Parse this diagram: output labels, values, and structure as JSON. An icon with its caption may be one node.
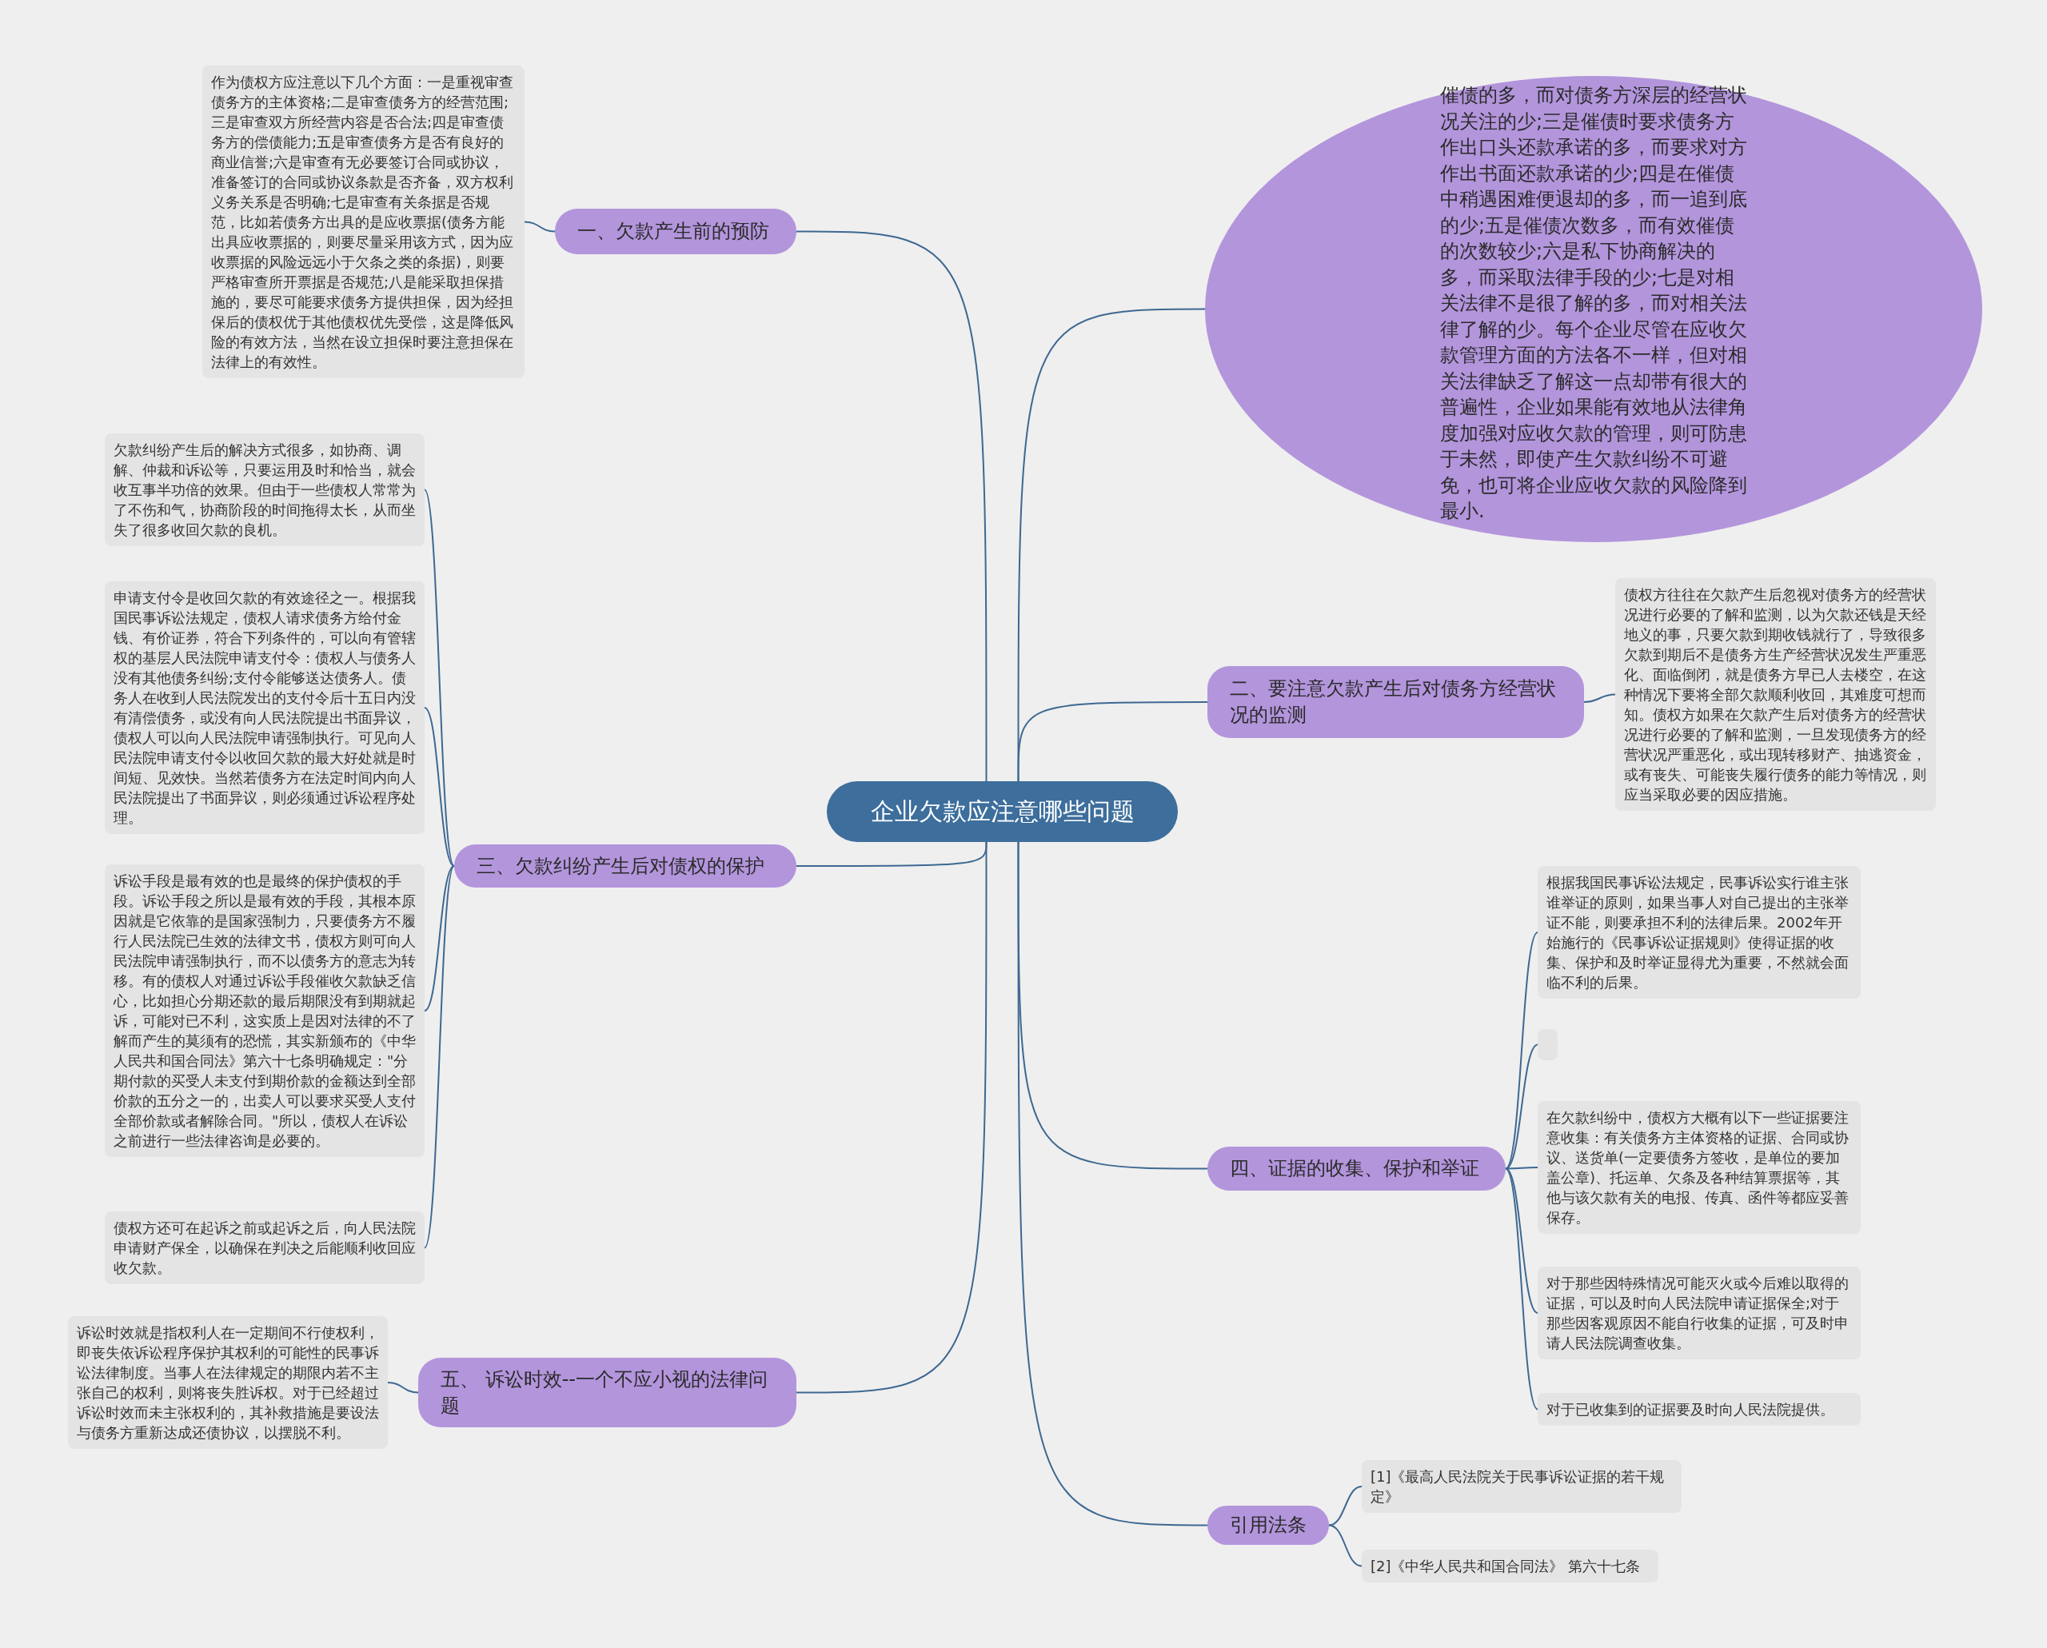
{
  "diagram": {
    "nodes": [
      {
        "text": [
          "企业欠款应注意哪些问题"
        ]
      },
      {
        "text": [
          "一、欠款产生前的预防"
        ]
      },
      {
        "text": [
          "作为债权方应注意以下几个方面：一是重视审查债务方的主体资格;二是审查债务方的经营范围;三是审查双方所经营内容是否合法;四是审查债务方的偿债能力;五是审查债务方是否有良好的商业信誉;六是审查有无必要签订合同或协议，准备签订的合同或协议条款是否齐备，双方权利义务关系是否明确;七是审查有关条据是否规范，比如若债务方出具的是应收票据(债务方能出具应收票据的，则要尽量采用该方式，因为应收票据的风险远远小于欠条之类的条据)，则要严格审查所开票据是否规范;八是能采取担保措施的，要尽可能要求债务方提供担保，因为经担保后的债权优于其他债权优先受偿，这是降低风险的有效方法，当然在设立担保时要注意担保在法律上的有效性。"
        ]
      },
      {
        "text": [
          "催债的多，而对债务方深层的经营状况关注的少;三是催债时要求债务方作出口头还款承诺的多，而要求对方作出书面还款承诺的少;四是在催债中稍遇困难便退却的多，而一追到底的少;五是催债次数多，而有效催债的次数较少;六是私下协商解决的多，而采取法律手段的少;七是对相关法律不是很了解的多，而对相关法律了解的少。每个企业尽管在应收欠款管理方面的方法各不一样，但对相关法律缺乏了解这一点却带有很大的普遍性，企业如果能有效地从法律角度加强对应收欠款的管理，则可防患于未然，即使产生欠款纠纷不可避免，也可将企业应收欠款的风险降到最小."
        ]
      },
      {
        "text": [
          "二、要注意欠款产生后对债务方经营状况的监测"
        ]
      },
      {
        "text": [
          "债权方往往在欠款产生后忽视对债务方的经营状况进行必要的了解和监测，以为欠款还钱是天经地义的事，只要欠款到期收钱就行了，导致很多欠款到期后不是债务方生产经营状况发生严重恶化、面临倒闭，就是债务方早已人去楼空，在这种情况下要将全部欠款顺利收回，其难度可想而知。债权方如果在欠款产生后对债务方的经营状况进行必要的了解和监测，一旦发现债务方的经营状况严重恶化，或出现转移财产、抽逃资金，或有丧失、可能丧失履行债务的能力等情况，则应当采取必要的因应措施。"
        ]
      },
      {
        "text": [
          "三、欠款纠纷产生后对债权的保护"
        ]
      },
      {
        "text": [
          "欠款纠纷产生后的解决方式很多，如协商、调解、仲裁和诉讼等，只要运用及时和恰当，就会收互事半功倍的效果。但由于一些债权人常常为了不伤和气，协商阶段的时间拖得太长，从而坐失了很多收回欠款的良机。"
        ]
      },
      {
        "text": [
          "申请支付令是收回欠款的有效途径之一。根据我国民事诉讼法规定，债权人请求债务方给付金钱、有价证券，符合下列条件的，可以向有管辖权的基层人民法院申请支付令：债权人与债务人没有其他债务纠纷;支付令能够送达债务人。债务人在收到人民法院发出的支付令后十五日内没有清偿债务，或没有向人民法院提出书面异议，债权人可以向人民法院申请强制执行。可见向人民法院申请支付令以收回欠款的最大好处就是时间短、见效快。当然若债务方在法定时间内向人民法院提出了书面异议，则必须通过诉讼程序处理。"
        ]
      },
      {
        "text": [
          "诉讼手段是最有效的也是最终的保护债权的手段。诉讼手段之所以是最有效的手段，其根本原因就是它依靠的是国家强制力，只要债务方不履行人民法院已生效的法律文书，债权方则可向人民法院申请强制执行，而不以债务方的意志为转移。有的债权人对通过诉讼手段催收欠款缺乏信心，比如担心分期还款的最后期限没有到期就起诉，可能对已不利，这实质上是因对法律的不了解而产生的莫须有的恐慌，其实新颁布的《中华人民共和国合同法》第六十七条明确规定：\"分期付款的买受人未支付到期价款的金额达到全部价款的五分之一的，出卖人可以要求买受人支付全部价款或者解除合同。\"所以，债权人在诉讼之前进行一些法律咨询是必要的。"
        ]
      },
      {
        "text": [
          "债权方还可在起诉之前或起诉之后，向人民法院申请财产保全，以确保在判决之后能顺利收回应收欠款。"
        ]
      },
      {
        "text": [
          "五、 诉讼时效--一个不应小视的法律问题"
        ]
      },
      {
        "text": [
          "诉讼时效就是指权利人在一定期间不行使权利，即丧失依诉讼程序保护其权利的可能性的民事诉讼法律制度。当事人在法律规定的期限内若不主张自己的权利，则将丧失胜诉权。对于已经超过诉讼时效而未主张权利的，其补救措施是要设法与债务方重新达成还债协议，以摆脱不利。"
        ]
      },
      {
        "text": [
          "四、证据的收集、保护和举证"
        ]
      },
      {
        "text": [
          "根据我国民事诉讼法规定，民事诉讼实行谁主张谁举证的原则，如果当事人对自己提出的主张举证不能，则要承担不利的法律后果。2002年开始施行的《民事诉讼证据规则》使得证据的收集、保护和及时举证显得尤为重要，不然就会面临不利的后果。"
        ]
      },
      {
        "text": [],
        "shape": "box"
      },
      {
        "text": [
          "在欠款纠纷中，债权方大概有以下一些证据要注意收集：有关债务方主体资格的证据、合同或协议、送货单(一定要债务方签收，是单位的要加盖公章)、托运单、欠条及各种结算票据等，其他与该欠款有关的电报、传真、函件等都应妥善保存。"
        ]
      },
      {
        "text": [
          "对于那些因特殊情况可能灭火或今后难以取得的证据，可以及时向人民法院申请证据保全;对于那些因客观原因不能自行收集的证据，可及时申请人民法院调查收集。"
        ]
      },
      {
        "text": [
          "对于已收集到的证据要及时向人民法院提供。"
        ]
      },
      {
        "text": [
          "引用法条"
        ]
      },
      {
        "text": [
          "[1]《最高人民法院关于民事诉讼证据的若干规定》"
        ]
      },
      {
        "text": [
          "[2]《中华人民共和国合同法》 第六十七条"
        ]
      }
    ],
    "edges": [
      {
        "from": 0,
        "to": 1,
        "arrow": "none"
      },
      {
        "from": 1,
        "to": 2,
        "arrow": "none"
      },
      {
        "from": 0,
        "to": 3,
        "arrow": "none"
      },
      {
        "from": 0,
        "to": 4,
        "arrow": "none"
      },
      {
        "from": 4,
        "to": 5,
        "arrow": "none"
      },
      {
        "from": 0,
        "to": 6,
        "arrow": "none"
      },
      {
        "from": 6,
        "to": 7,
        "arrow": "none"
      },
      {
        "from": 6,
        "to": 8,
        "arrow": "none"
      },
      {
        "from": 6,
        "to": 9,
        "arrow": "none"
      },
      {
        "from": 6,
        "to": 10,
        "arrow": "none"
      },
      {
        "from": 0,
        "to": 11,
        "arrow": "none"
      },
      {
        "from": 11,
        "to": 12,
        "arrow": "none"
      },
      {
        "from": 0,
        "to": 13,
        "arrow": "none"
      },
      {
        "from": 13,
        "to": 14,
        "arrow": "none"
      },
      {
        "from": 13,
        "to": 15,
        "arrow": "none"
      },
      {
        "from": 13,
        "to": 16,
        "arrow": "none"
      },
      {
        "from": 13,
        "to": 17,
        "arrow": "none"
      },
      {
        "from": 13,
        "to": 18,
        "arrow": "none"
      },
      {
        "from": 0,
        "to": 19,
        "arrow": "none"
      },
      {
        "from": 19,
        "to": 20,
        "arrow": "none"
      },
      {
        "from": 19,
        "to": 21,
        "arrow": "none"
      }
    ]
  }
}
